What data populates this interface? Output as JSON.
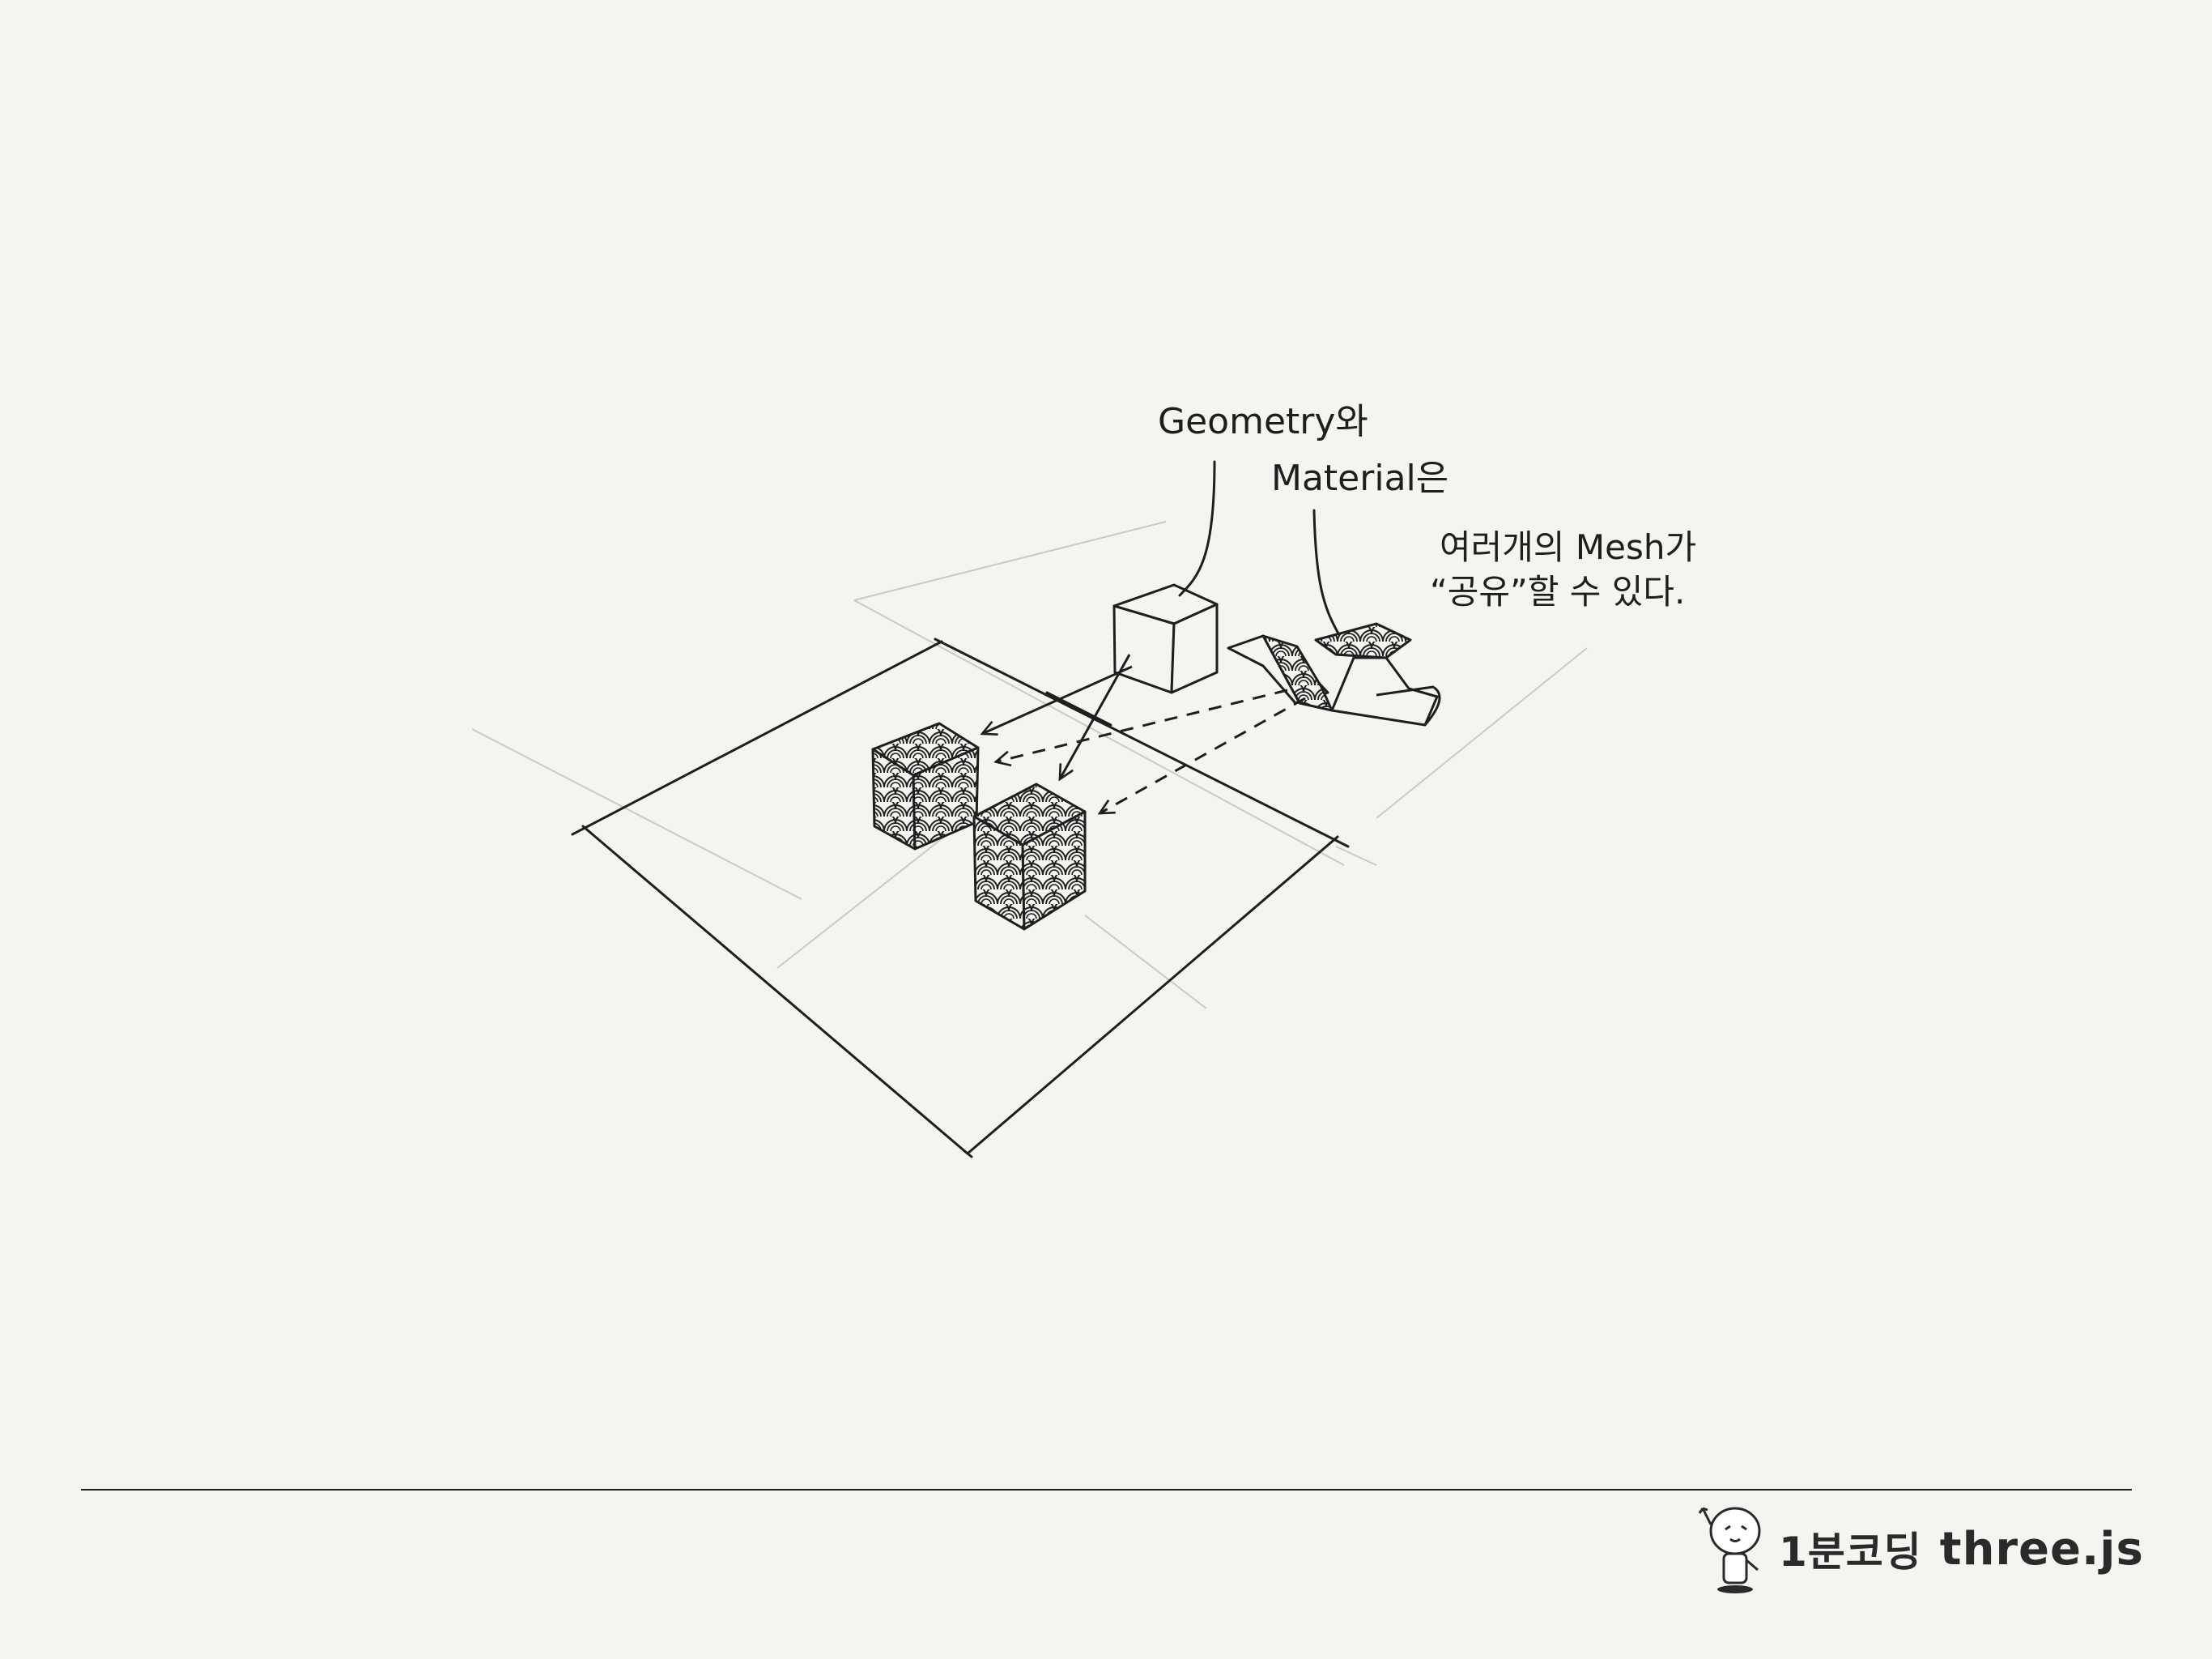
{
  "annotations": {
    "geometry_label": "Geometry와",
    "material_label": "Material은",
    "mesh_line1": "여러개의 Mesh가",
    "mesh_line2": "“공유”할 수 있다."
  },
  "footer": {
    "brand_korean": "1분코딩",
    "brand_product": "three.js"
  },
  "icons": [
    "mascot-icon",
    "wave-pattern-texture"
  ],
  "colors": {
    "background": "#f5f4f0",
    "ink": "#1e1e1e",
    "guide": "#c9c9c6"
  }
}
